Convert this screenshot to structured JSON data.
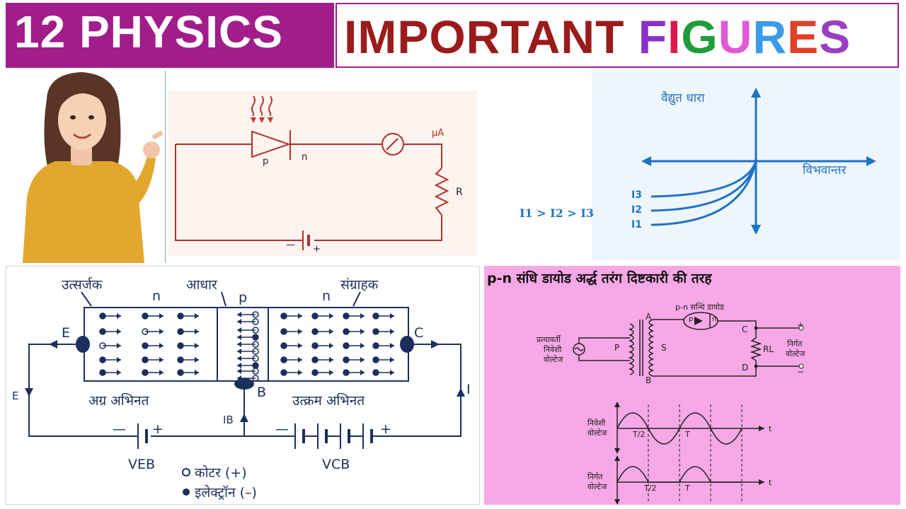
{
  "banner": {
    "left_text": "12 PHYSICS",
    "right_word1": "IMPORTANT",
    "right_word2_letters": [
      {
        "ch": "F",
        "color": "#8b2fc9"
      },
      {
        "ch": "I",
        "color": "#d91a4a"
      },
      {
        "ch": "G",
        "color": "#1f9d3a"
      },
      {
        "ch": "U",
        "color": "#e05ad6"
      },
      {
        "ch": "R",
        "color": "#3b9be8"
      },
      {
        "ch": "E",
        "color": "#e0402a"
      },
      {
        "ch": "S",
        "color": "#9a3fc2"
      }
    ],
    "left_bg": "#a01d8a",
    "right_word1_color": "#9b1b1b"
  },
  "photodiode": {
    "p_label": "p",
    "n_label": "n",
    "meter_label": "μA",
    "resistor_label": "R",
    "battery_minus": "—",
    "battery_plus": "+"
  },
  "iv_curve": {
    "y_axis_label": "वैद्युत धारा",
    "x_axis_label": "विभवान्तर",
    "curve_labels": [
      "I3",
      "I2",
      "I1"
    ],
    "relation": "I1 > I2 > I3",
    "axis_color": "#1f73c4"
  },
  "transistor": {
    "emitter_hi": "उत्सर्जक",
    "base_hi": "आधार",
    "collector_hi": "संग्राहक",
    "region_n1": "n",
    "region_p": "p",
    "region_n2": "n",
    "E": "E",
    "C": "C",
    "B": "B",
    "E_current": "E",
    "I_current": "I",
    "IB": "IB",
    "forward_bias": "अग्र अभिनत",
    "reverse_bias": "उत्क्रम अभिनत",
    "VEB": "VEB",
    "VCB": "VCB",
    "hole_legend": "कोटर (+)",
    "electron_legend": "इलेक्ट्रॉन (–)",
    "minus1": "—",
    "plus1": "+",
    "minus2": "—",
    "plus2": "+"
  },
  "rectifier": {
    "title": "p-n संधि डायोड अर्द्ध तरंग दिष्टकारी की तरह",
    "diode_label": "p-n सन्धि डायोड",
    "input_label": [
      "प्रत्यावर्ती",
      "निवेशी",
      "वोल्टेज"
    ],
    "P": "P",
    "S": "S",
    "A": "A",
    "B": "B",
    "C": "C",
    "D": "D",
    "RL": "RL",
    "output_label": [
      "निर्गत",
      "वोल्टेज"
    ],
    "plus": "+",
    "minus": "−",
    "pn_p": "p",
    "pn_n": "n",
    "wave_in_label": [
      "निवेशी",
      "वोल्टेज"
    ],
    "wave_out_label": [
      "निर्गत",
      "वोल्टेज"
    ],
    "t_label": "t",
    "T2": "T/2",
    "T": "T",
    "bg": "#f7a8e6"
  }
}
